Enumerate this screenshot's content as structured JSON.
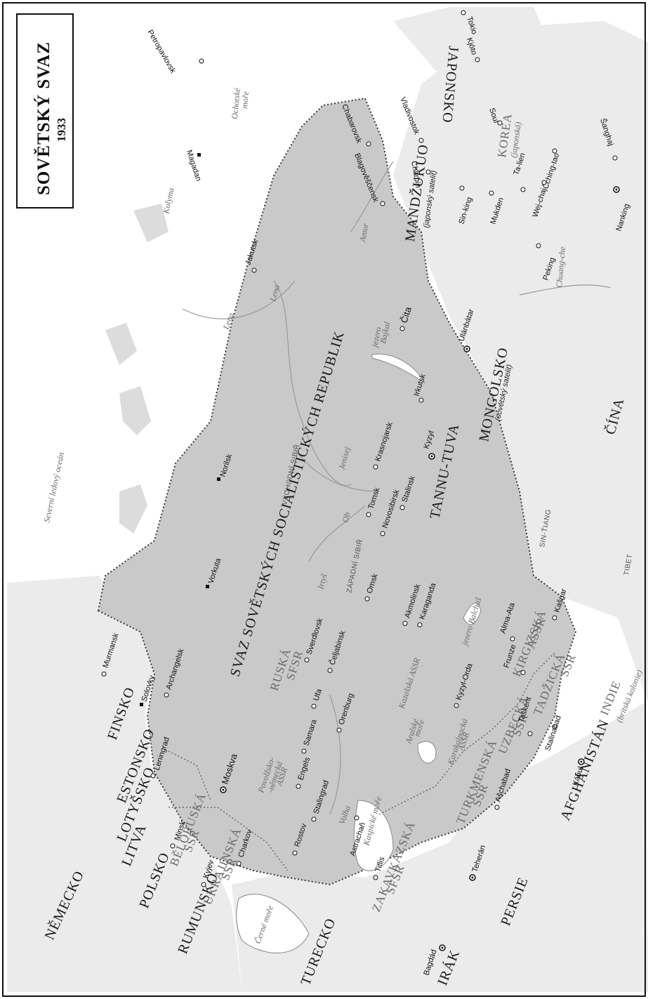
{
  "title": "SOVĚTSKÝ SVAZ",
  "year": "1933",
  "ussr_label": "SVAZ SOVĚTSKÝCH SOCIALISTICKÝCH REPUBLIK",
  "colors": {
    "ussr_fill": "#c9c9c9",
    "land_fill": "#ebebeb",
    "sea_fill": "#ffffff",
    "border": "#3a3a3a",
    "river": "#9a9a9a"
  },
  "countries": {
    "finsko": "FINSKO",
    "estonsko": "ESTONSKO",
    "lotyssko": "LOTYŠSKO",
    "litva": "LITVA",
    "polsko": "POLSKO",
    "nemecko": "NĚMECKO",
    "rumunsko": "RUMUNSKO",
    "turecko": "TURECKO",
    "irak": "IRÁK",
    "persie": "PERSIE",
    "afghanistan": "AFGHÁNISTÁN",
    "indie": "INDIE",
    "indie_note": "(britská kolonie)",
    "cina": "ČÍNA",
    "mongolsko": "MONGOLSKO",
    "mongolsko_note": "(sovětský satelit)",
    "tannu_tuva": "TANNU-TUVA",
    "mandzukuo": "MANDŽUKUO",
    "mandzukuo_note": "(japonský satelit)",
    "korea": "KOREA",
    "korea_note": "(japonská)",
    "japonsko": "JAPONSKO",
    "sin_tiang": "SIN-ŤIANG",
    "tibet": "TIBET"
  },
  "republics": {
    "ruska": "RUSKÁ",
    "ruska_sfsr": "SFSR",
    "ukrajinska": "UKRAJINSKÁ",
    "ukrajinska_ssr": "SSR",
    "beloruska": "BĚLORUSKÁ",
    "beloruska_ssr": "SSR",
    "zakavkazska": "ZAKAVKAZSKÁ",
    "zakavkazska_sfsr": "SFSR",
    "turkmenska": "TURKMENSKÁ",
    "turkmenska_ssr": "SSR",
    "uzbecka": "UZBECKÁ",
    "uzbecka_ssr": "SSR",
    "tadzicka": "TADŽICKÁ",
    "tadzicka_ssr": "SSR",
    "kirgizska": "KIRGIZSKÁ",
    "kirgizska_assr": "ASSR",
    "kazacka": "Kazašská ASSR",
    "karakalpacka": "Karakalpacká",
    "karakalpacka_assr": "ASSR",
    "povolzsko1": "Povolžsko-",
    "povolzsko2": "-německá",
    "povolzsko3": "ASSR"
  },
  "regions": {
    "vychodni_sibir": "VÝCHODNÍ SIBIŘ",
    "zapadni_sibir": "ZÁPADNÍ SIBIŘ"
  },
  "water": {
    "severni_ocean": "Severní ledový oceán",
    "ochotske": "Ochotské",
    "ochotske2": "moře",
    "cerne_more": "Černé moře",
    "kaspicke_more": "Kaspické moře",
    "aralske1": "Aralské",
    "aralske2": "moře",
    "bajkal1": "jezero",
    "bajkal2": "Bajkal",
    "balchas": "jezero Balchaš",
    "lena": "Lena",
    "lena2": "Lena",
    "kolyma": "Kolyma",
    "jenisej": "Jenisej",
    "ob": "Ob",
    "irtys": "Irtyš",
    "volha": "Volha",
    "amur": "Amur",
    "chuang_che": "Chuang-che"
  },
  "cities": {
    "moskva": "Moskva",
    "leningrad": "Leningrad",
    "murmansk": "Murmansk",
    "archangelsk": "Archangelsk",
    "solovky": "Solovky",
    "vorkuta": "Vorkuta",
    "norilsk": "Norilsk",
    "minsk": "Minsk",
    "kyjev": "Kyjev",
    "charkov": "Charkov",
    "rostov": "Rostov",
    "stalingrad": "Stalingrad",
    "astrachan": "Astrachaň",
    "engels": "Engels",
    "samara": "Samara",
    "ufa": "Ufa",
    "orenburg": "Orenburg",
    "sverdlovsk": "Sverdlovsk",
    "celjabinsk": "Čeljabinsk",
    "omsk": "Omsk",
    "tomsk": "Tomsk",
    "novosibirsk": "Novosibirsk",
    "stalinsk": "Stalinsk",
    "krasnojarsk": "Krasnojarsk",
    "irkutsk": "Irkutsk",
    "cita": "Čita",
    "jakutsk": "Jakutsk",
    "magadan": "Magadan",
    "petropavlovsk": "Petropavlovsk",
    "chabarovsk": "Chabarovsk",
    "vladivostok": "Vladivostok",
    "blagovescensk": "Blagověščensk",
    "akmolinsk": "Akmolinsk",
    "karaganda": "Karaganda",
    "alma_ata": "Alma-Ata",
    "frunze": "Frunze",
    "taskent": "Taškent",
    "stalinabad": "Stalinabad",
    "aschabad": "Ašchabad",
    "kyzyl_orda": "Kyzyl-Orda",
    "tiflis": "Tiflis",
    "teheran": "Teherán",
    "kabul": "Kábul",
    "bagdad": "Bagdád",
    "kasgar": "Kašgar",
    "kyzyl": "Kyzyl",
    "ulanbatar": "Ulánbátar",
    "peking": "Peking",
    "nanking": "Nanking",
    "sanghaj": "Šanghaj",
    "cching_tao": "Čching-tao",
    "wej_chaj": "Wej-chaj",
    "ta_lien": "Ta-lien",
    "mukden": "Mukden",
    "sin_king": "Sin-king",
    "charbin": "Charbin",
    "soul": "Soul",
    "tokio": "Tokio",
    "kjoto": "Kjóto"
  }
}
